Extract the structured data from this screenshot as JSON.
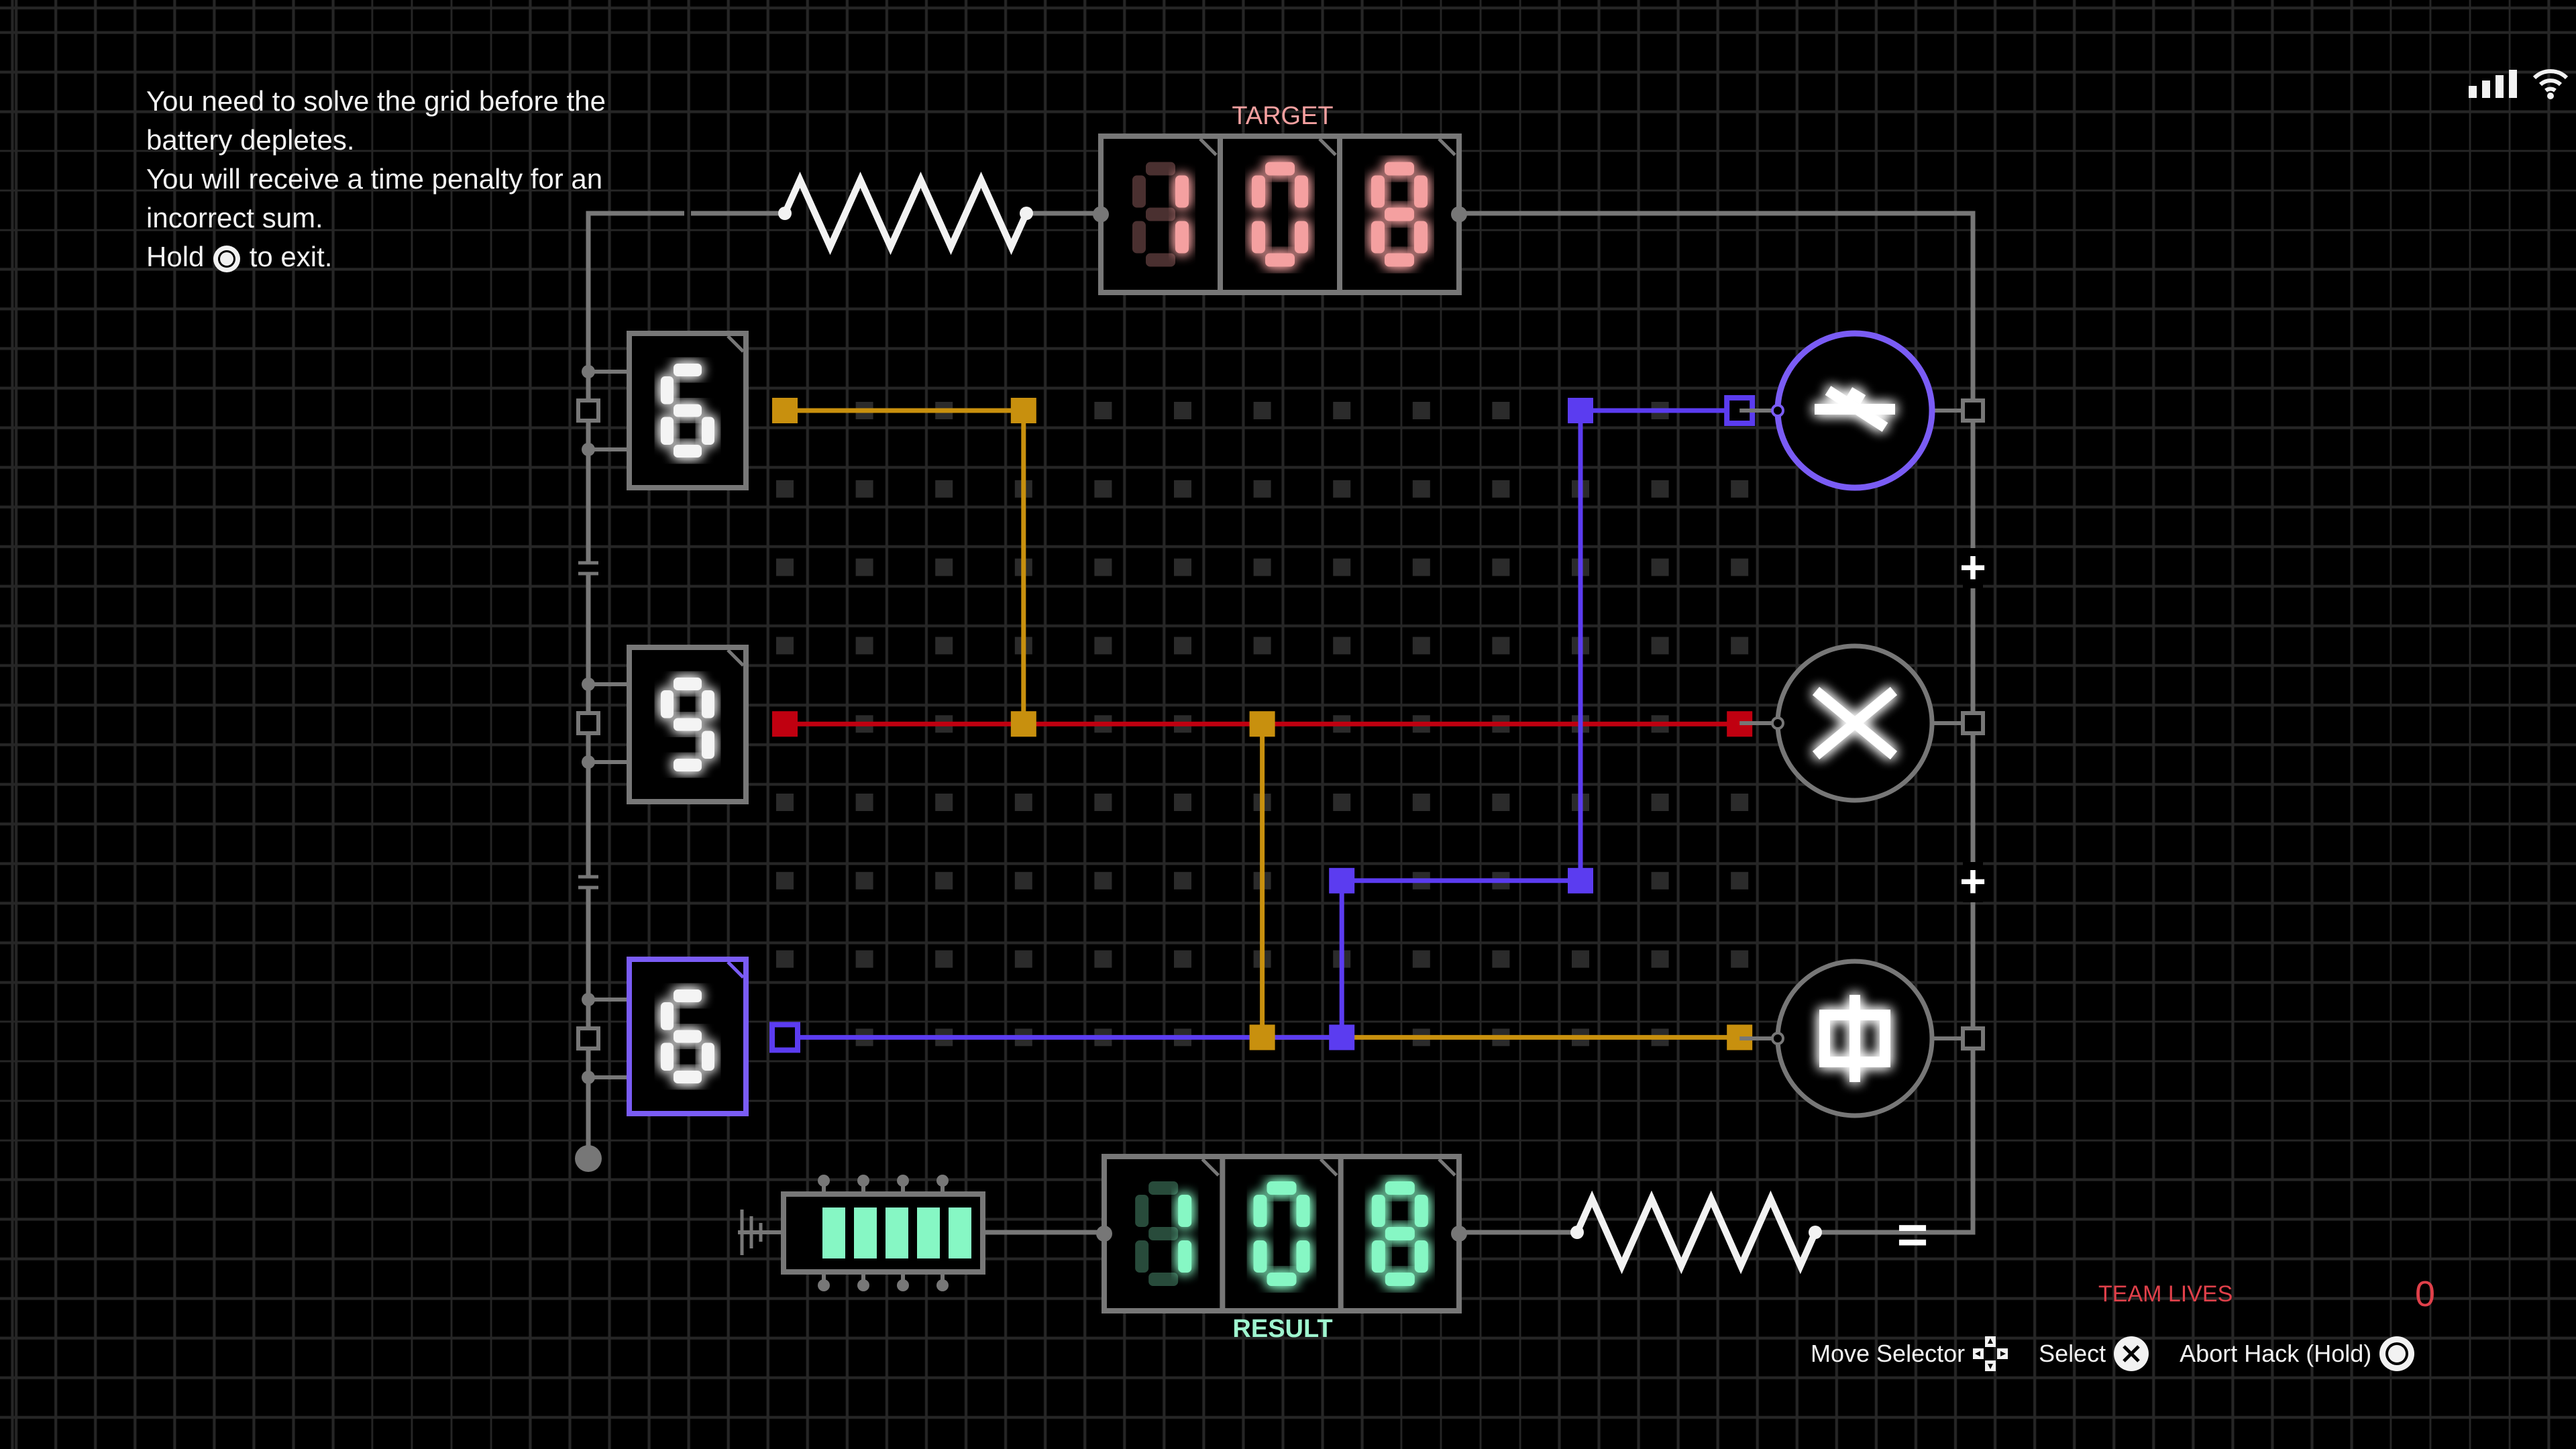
{
  "instructions": {
    "lines": [
      "You need to solve the grid before the",
      "battery depletes.",
      "You will receive a time penalty for an",
      "incorrect sum."
    ],
    "hold_prefix": "Hold",
    "hold_suffix": "to exit.",
    "hold_icon": "circle-button-icon"
  },
  "target": {
    "label": "TARGET",
    "digits": [
      "1",
      "0",
      "8"
    ],
    "color": "#f4a0a0"
  },
  "result": {
    "label": "RESULT",
    "digits": [
      "1",
      "0",
      "8"
    ],
    "color": "#86f7c4"
  },
  "inputs": [
    {
      "value": "6",
      "selected": false
    },
    {
      "value": "9",
      "selected": false
    },
    {
      "value": "6",
      "selected": true
    }
  ],
  "operators": [
    {
      "symbol": "strike-equals",
      "selected": true
    },
    {
      "symbol": "multiply",
      "selected": false
    },
    {
      "symbol": "phi",
      "selected": false
    }
  ],
  "operator_joins": [
    "+",
    "+"
  ],
  "equals": "=",
  "battery": {
    "bars": 5,
    "level": 1.0,
    "color": "#86f7c4"
  },
  "wire_colors": {
    "gold": "#c8900e",
    "red": "#c00010",
    "purple": "#5b3cf0"
  },
  "team_lives": {
    "label": "TEAM LIVES",
    "value": "0"
  },
  "controls": [
    {
      "label": "Move Selector",
      "icon": "dpad-icon"
    },
    {
      "label": "Select",
      "icon": "cross-button-icon"
    },
    {
      "label": "Abort Hack (Hold)",
      "icon": "circle-button-icon"
    }
  ],
  "status_icons": [
    "signal-bars-icon",
    "wifi-icon"
  ]
}
